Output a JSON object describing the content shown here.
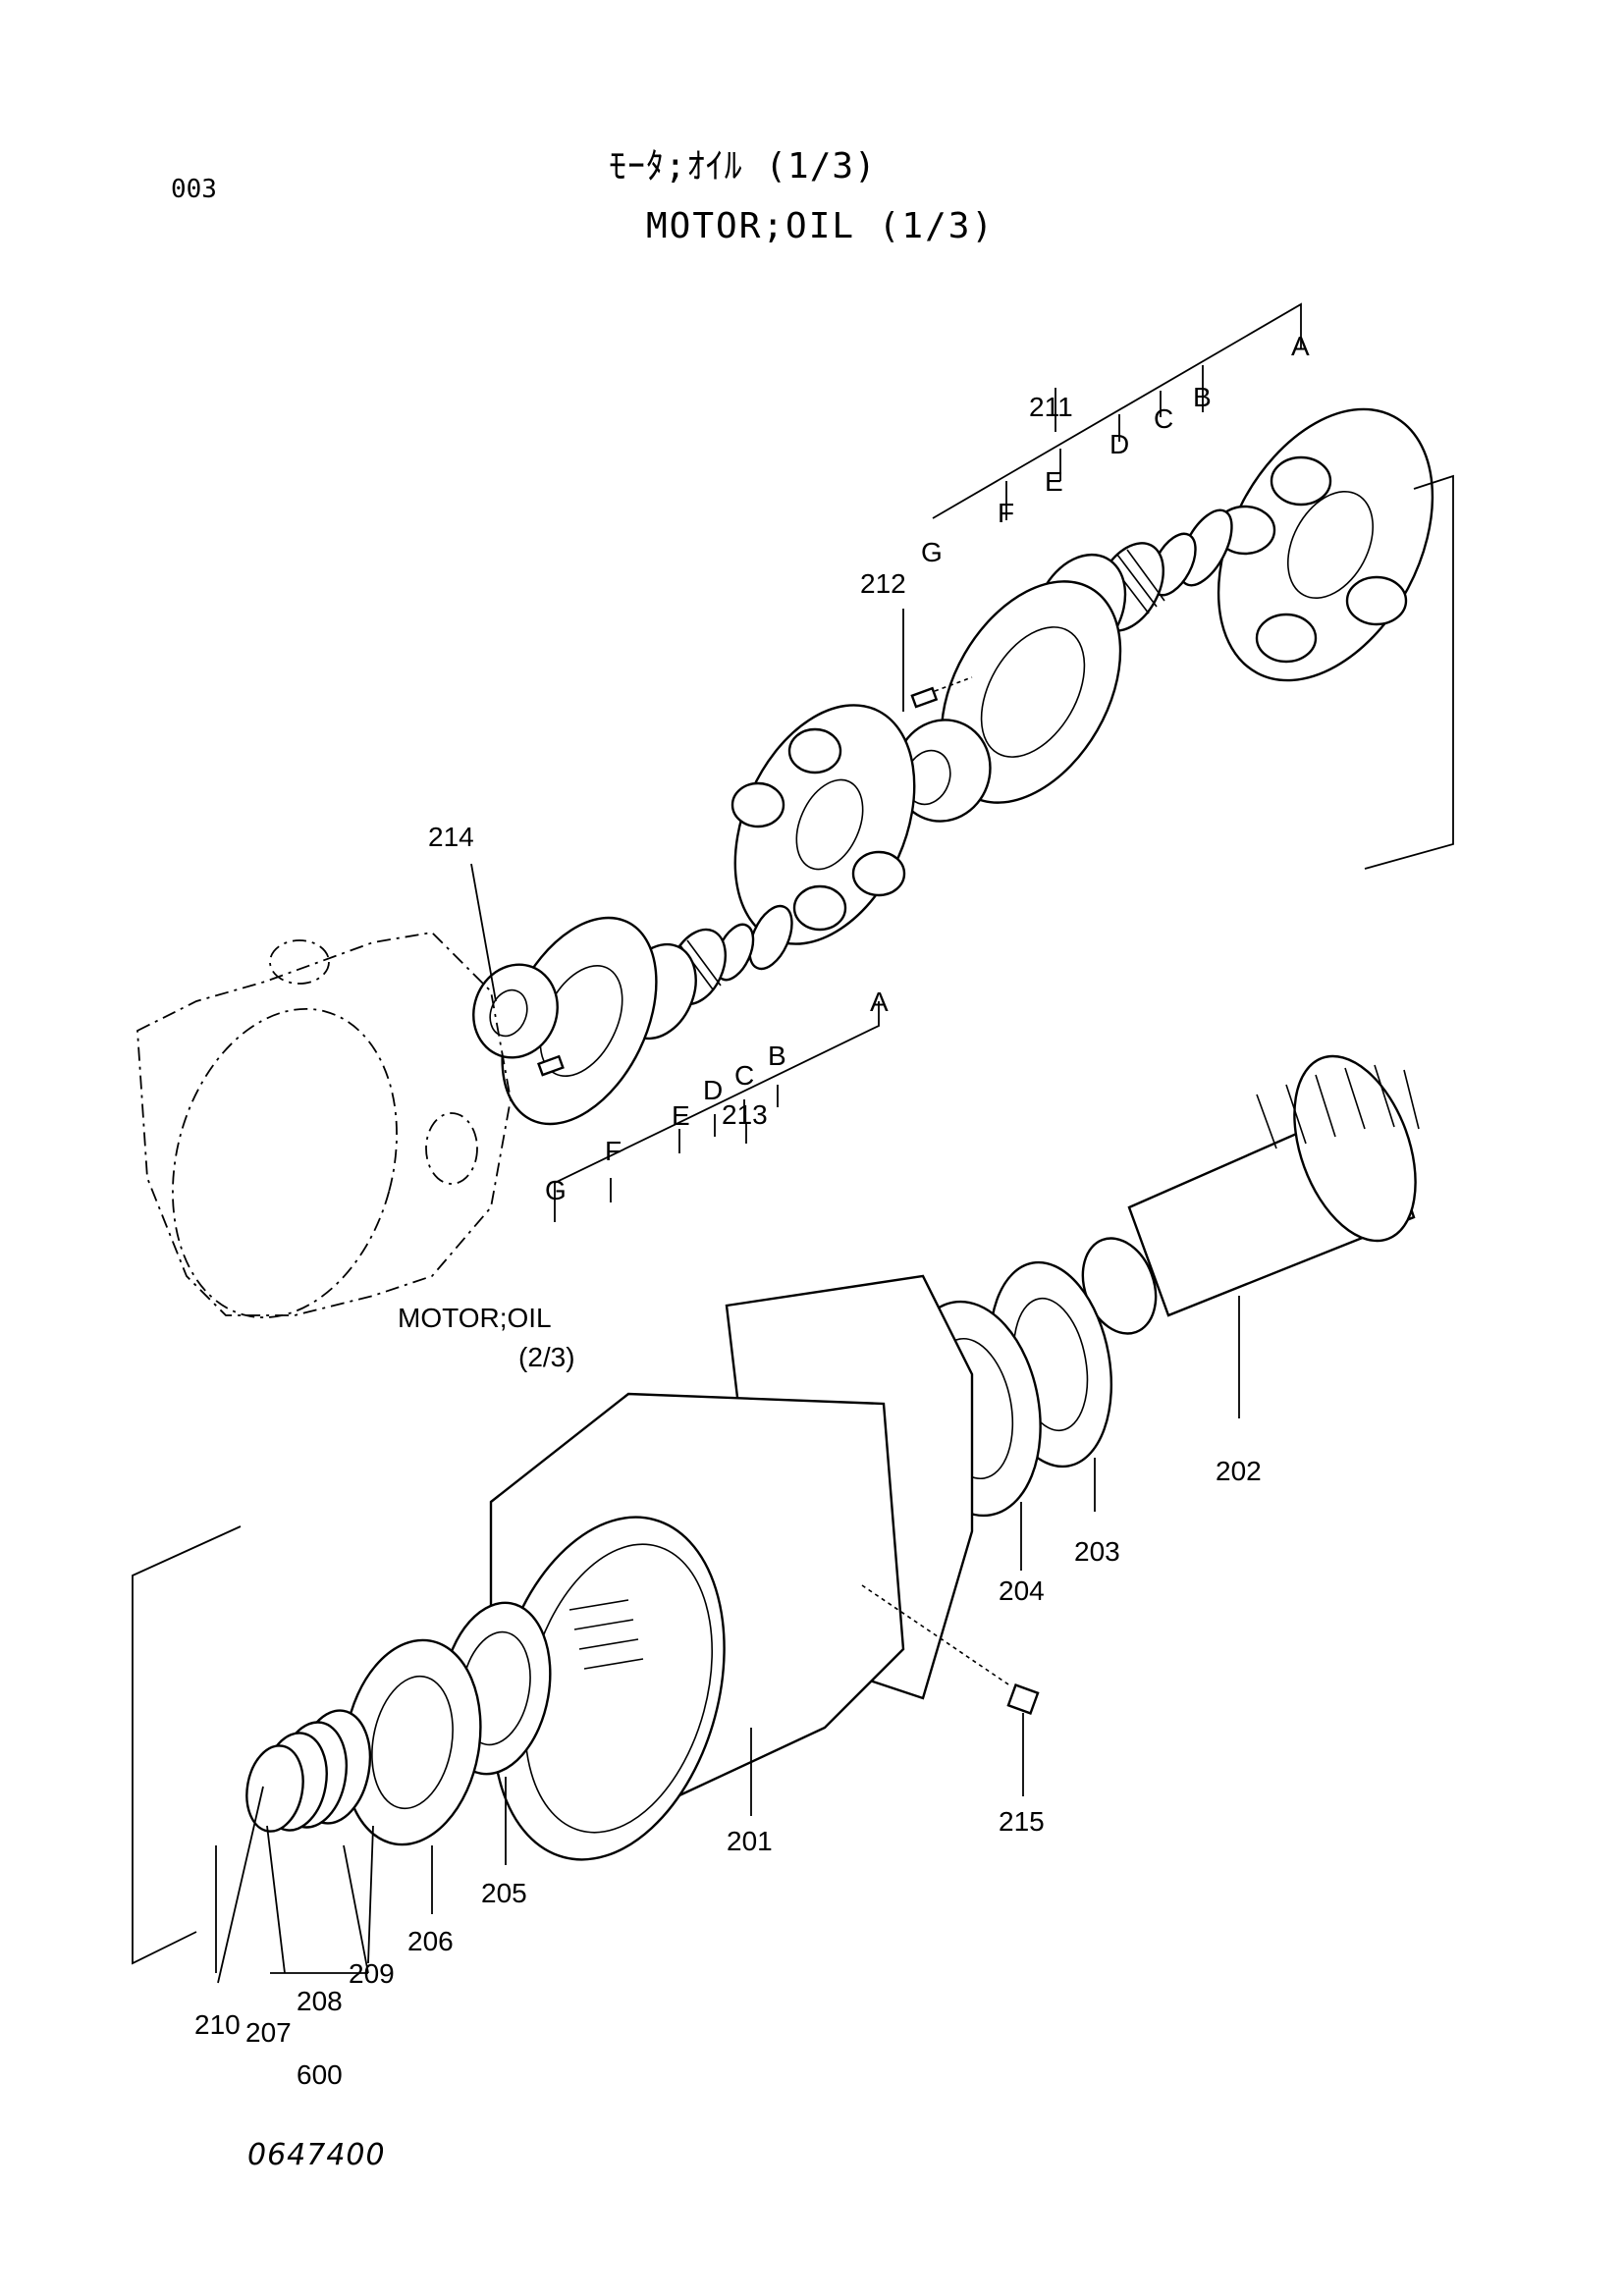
{
  "header": {
    "page_code": "003",
    "title_jp": "ﾓｰﾀ;ｵｲﾙ (1/3)",
    "title_en": "MOTOR;OIL (1/3)"
  },
  "footer": {
    "drawing_number": "0647400"
  },
  "reference": {
    "line1": "MOTOR;OIL",
    "line2": "(2/3)"
  },
  "callouts": {
    "p201": "201",
    "p202": "202",
    "p203": "203",
    "p204": "204",
    "p205": "205",
    "p206": "206",
    "p207": "207",
    "p208": "208",
    "p209": "209",
    "p210": "210",
    "p211": "211",
    "p212": "212",
    "p213": "213",
    "p214": "214",
    "p215": "215",
    "p600": "600"
  },
  "letters": {
    "A": "A",
    "B": "B",
    "C": "C",
    "D": "D",
    "E": "E",
    "F": "F",
    "G": "G"
  }
}
